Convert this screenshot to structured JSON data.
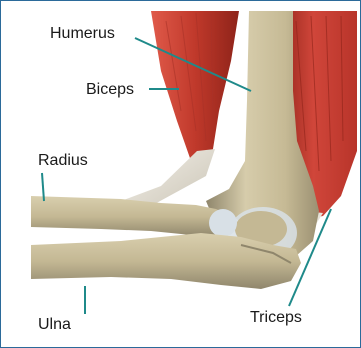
{
  "diagram": {
    "labels": {
      "humerus": "Humerus",
      "biceps": "Biceps",
      "radius": "Radius",
      "ulna": "Ulna",
      "triceps": "Triceps"
    },
    "colors": {
      "leader_line": "#1f8a8a",
      "muscle": "#c0392b",
      "bone": "#cbbf9a",
      "cartilage": "#d8e0e6",
      "border": "#2b6a9a"
    }
  }
}
